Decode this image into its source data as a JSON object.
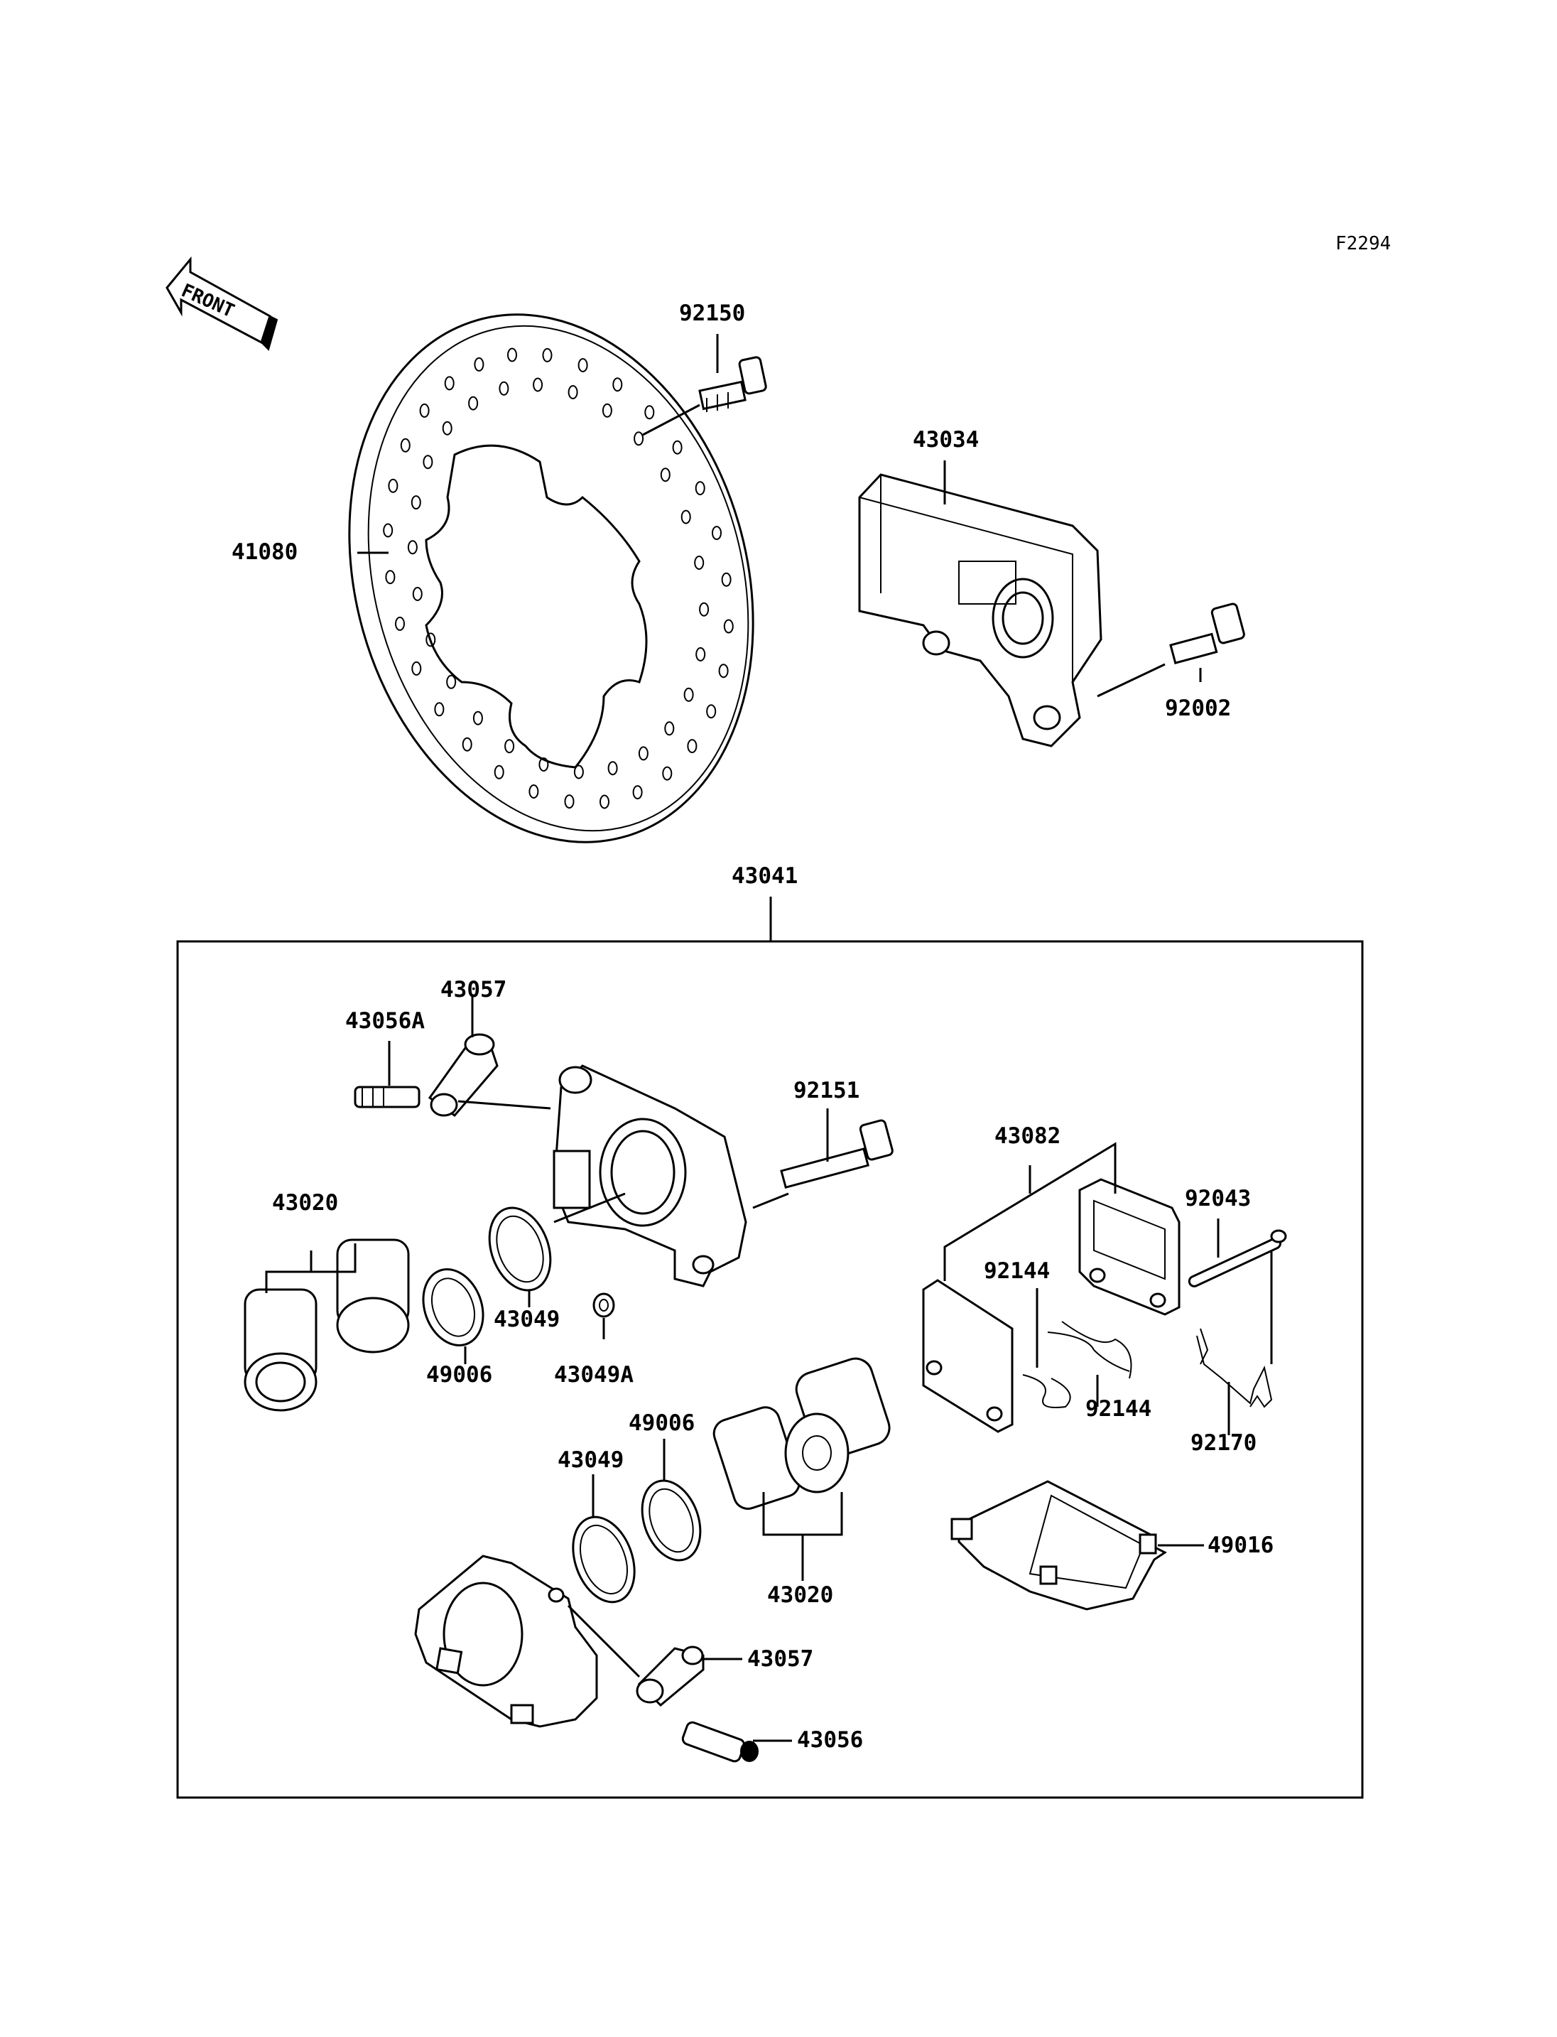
{
  "diagram": {
    "figure_code": "F2294",
    "front_arrow_text": "FRONT",
    "parts": {
      "p92150": "92150",
      "p43034": "43034",
      "p41080": "41080",
      "p92002": "92002",
      "p43041": "43041",
      "p43057_top": "43057",
      "p43056A": "43056A",
      "p92151": "92151",
      "p43082": "43082",
      "p43020_left": "43020",
      "p92043": "92043",
      "p92144_top": "92144",
      "p43049_left": "43049",
      "p49006_left": "49006",
      "p43049A": "43049A",
      "p92144_bottom": "92144",
      "p92170": "92170",
      "p49006_mid": "49006",
      "p43049_mid": "43049",
      "p49016": "49016",
      "p43020_mid": "43020",
      "p43057_bottom": "43057",
      "p43056": "43056"
    }
  }
}
